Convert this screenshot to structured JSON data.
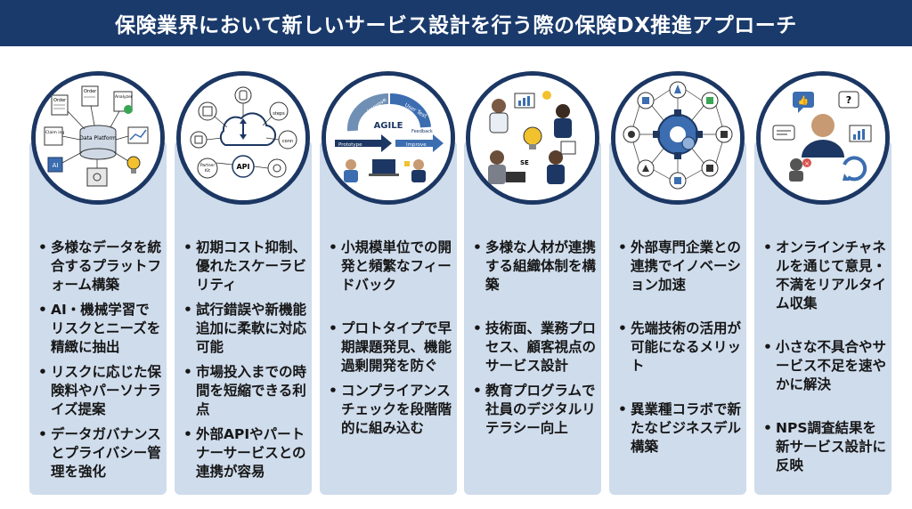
{
  "title": "保険業界において新しいサービス設計を行う際の保険DX推進アプローチ",
  "columns": [
    {
      "icon": "data-platform-icon",
      "image_labels": [
        "Data Platform",
        "AI",
        "Order",
        "Analyzer",
        "Claim ing"
      ],
      "bullets": [
        "多様なデータを統合するプラットフォーム構築",
        "AI・機械学習でリスクとニーズを精緻に抽出",
        "リスクに応じた保険料やパーソナライズ提案",
        "データガバナンスとプライバシー管理を強化"
      ]
    },
    {
      "icon": "cloud-api-icon",
      "image_labels": [
        "API",
        "Partner Kit",
        "steps",
        "conn"
      ],
      "bullets": [
        "初期コスト抑制、優れたスケーラビリティ",
        "試行錯誤や新機能追加に柔軟に対応可能",
        "市場投入までの時間を短縮できる利点",
        "外部APIやパートナーサービスとの連携が容易"
      ]
    },
    {
      "icon": "agile-cycle-icon",
      "image_labels": [
        "AGILE",
        "Prototype",
        "Improve",
        "Feedback",
        "User Test"
      ],
      "bullets": [
        "小規模単位での開発と頻繁なフィードバック",
        "プロトタイプで早期課題発見、機能過剰開発を防ぐ",
        "コンプライアンスチェックを段階階的に組み込む"
      ]
    },
    {
      "icon": "team-organization-icon",
      "image_labels": [
        "SE"
      ],
      "bullets": [
        "多様な人材が連携する組織体制を構築",
        "技術面、業務プロセス、顧客視点のサービス設計",
        "教育プログラムで社員のデジタルリテラシー向上"
      ]
    },
    {
      "icon": "partner-network-icon",
      "image_labels": [],
      "bullets": [
        "外部専門企業との連携でイノベーション加速",
        "先端技術の活用が可能になるメリット",
        "異業種コラボで新たなビジネスデル構築"
      ]
    },
    {
      "icon": "customer-feedback-icon",
      "image_labels": [],
      "bullets": [
        "オンラインチャネルを通じて意見・不満をリアルタイム収集",
        "小さな不具合やサービス不足を速やかに解決",
        "NPS調査結果を新サービス設計に反映"
      ]
    }
  ],
  "colors": {
    "header": "#1a3a6b",
    "panel": "#cfdcec",
    "circle_border": "#1c3763",
    "accent_blue": "#3b6db0",
    "accent_yellow": "#f2c12e",
    "accent_green": "#3aa655"
  }
}
